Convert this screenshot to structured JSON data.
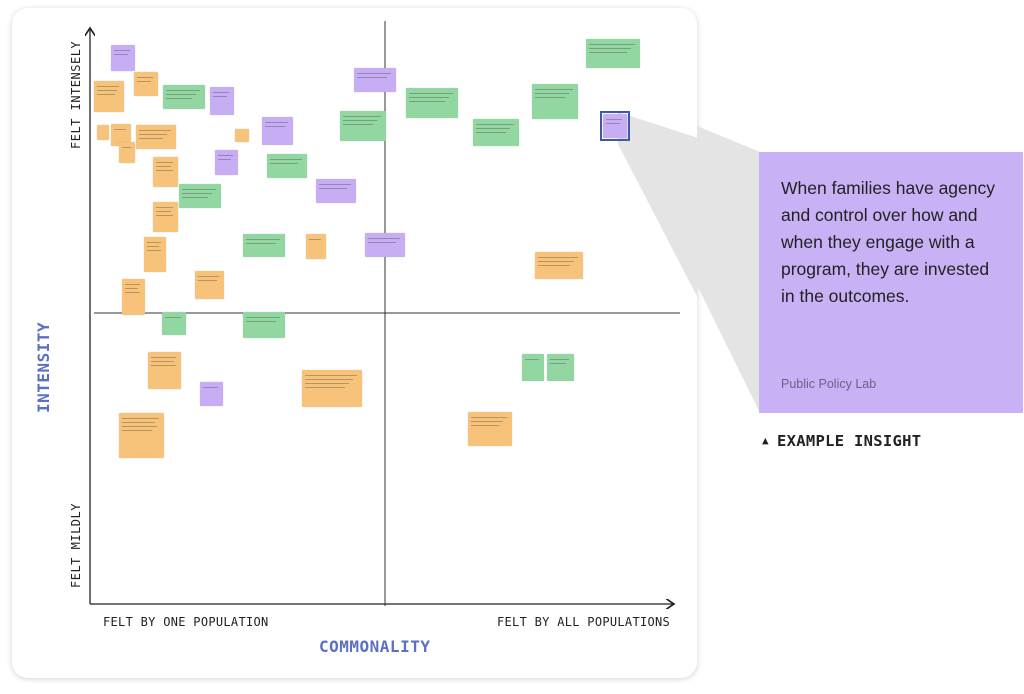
{
  "board": {
    "y_axis": {
      "top_label": "FELT INTENSELY",
      "bottom_label": "FELT MILDLY",
      "title": "INTENSITY"
    },
    "x_axis": {
      "left_label": "FELT BY ONE POPULATION",
      "right_label": "FELT BY ALL POPULATIONS",
      "title": "COMMONALITY"
    },
    "colors": {
      "orange": "#f7c37a",
      "green": "#92d6a1",
      "purple": "#c7adf3",
      "axis_title": "#5b6fc4",
      "highlight": "#3d5aa8"
    }
  },
  "insight": {
    "text": "When families have agency and control over how and when they engage with a program, they are invested in the outcomes.",
    "source": "Public Policy Lab",
    "caption": "EXAMPLE INSIGHT",
    "caption_icon": "triangle-up-icon"
  }
}
